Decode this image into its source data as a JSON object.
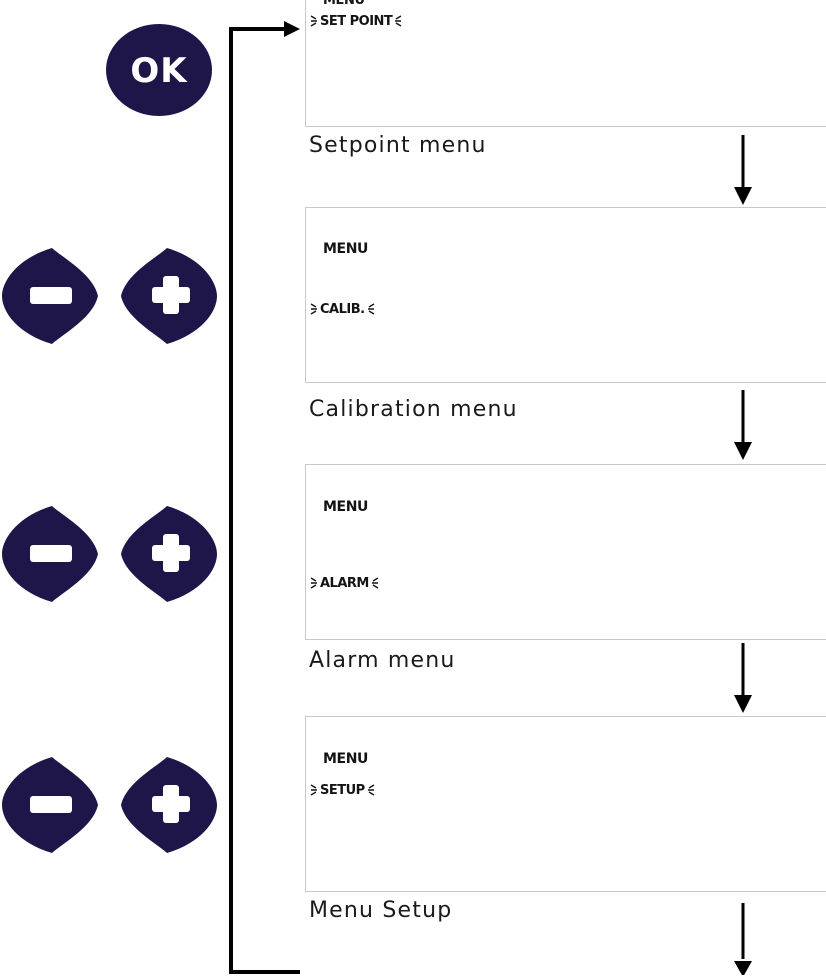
{
  "buttons": {
    "ok_label": "OK",
    "minus_symbol": "−",
    "plus_symbol": "+",
    "color": "#1e1548"
  },
  "screens": [
    {
      "menu_label": "MENU",
      "item": "SET POINT",
      "caption": "Setpoint menu"
    },
    {
      "menu_label": "MENU",
      "item": "CALIB.",
      "caption": "Calibration menu"
    },
    {
      "menu_label": "MENU",
      "item": "ALARM",
      "caption": "Alarm menu"
    },
    {
      "menu_label": "MENU",
      "item": "SETUP",
      "caption": "Menu Setup"
    }
  ]
}
